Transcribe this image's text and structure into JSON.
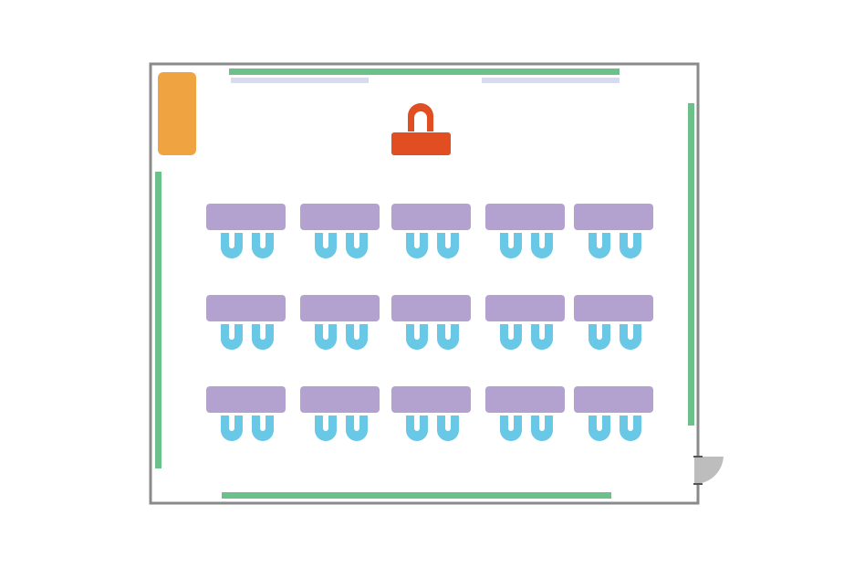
{
  "colors": {
    "wall": "#8a8a8a",
    "board": "#6cc18a",
    "screen": "#d6dbf0",
    "cabinet": "#f0a441",
    "teacher": "#e04e22",
    "desk": "#b3a2d0",
    "chair": "#68c8e6",
    "door": "#bdbdbd"
  },
  "layout": {
    "rows": 3,
    "columns": 5,
    "chairs_per_desk": 2
  },
  "icons": {
    "teacher": "teacher-desk-icon",
    "door": "door-swing-icon"
  }
}
